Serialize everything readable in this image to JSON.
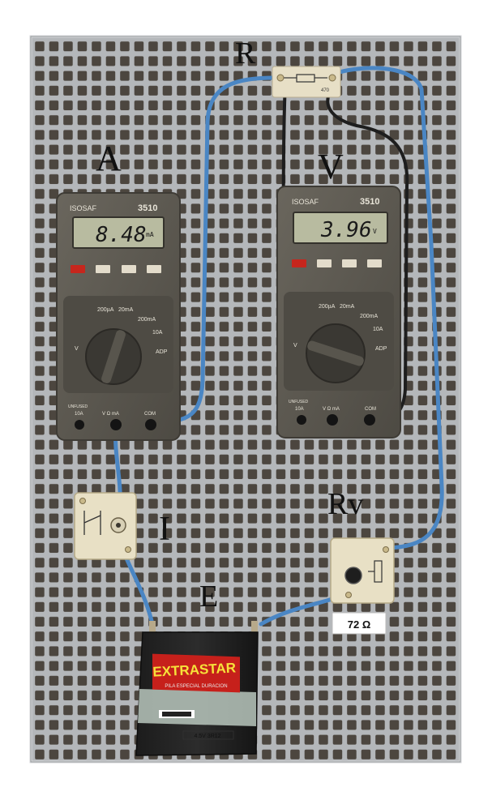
{
  "labels": {
    "resistor": "R",
    "ammeter": "A",
    "voltmeter": "V",
    "switch": "I",
    "rheostat": "Rv",
    "battery": "E"
  },
  "ammeter": {
    "brand": "ISOSAF",
    "model": "3510",
    "reading": "8.48",
    "unit": "mA",
    "dial_labels": [
      "200µA",
      "20mA",
      "200mA",
      "10A",
      "V",
      "ADP"
    ],
    "terminal_labels": [
      "10A",
      "V Ω mA",
      "COM"
    ],
    "fuse_label": "UNFUSED"
  },
  "voltmeter": {
    "brand": "ISOSAF",
    "model": "3510",
    "reading": "3.96",
    "unit": "V",
    "dial_labels": [
      "200µA",
      "20mA",
      "200mA",
      "10A",
      "V",
      "ADP"
    ],
    "terminal_labels": [
      "10A",
      "V Ω mA",
      "COM"
    ],
    "fuse_label": "UNFUSED"
  },
  "resistor_box": {
    "value_text": "470"
  },
  "rheostat": {
    "value_label": "72 Ω"
  },
  "battery": {
    "brand": "EXTRASTAR",
    "subtitle": "PILA ESPECIAL DURACION",
    "voltage_text": "4.5V 3R12"
  },
  "colors": {
    "board": "#a9acb0",
    "hole": "#4a4238",
    "wire_blue": "#4a86c4",
    "wire_black": "#1e1e1e",
    "meter_body": "#5b5850",
    "lcd": "#b8bba0",
    "battery_red": "#c6201b"
  }
}
